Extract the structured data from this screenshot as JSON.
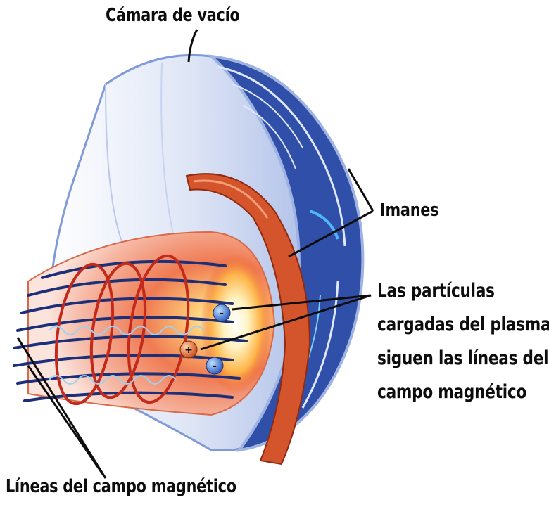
{
  "labels": {
    "vacuum_chamber": "Cámara de vacío",
    "magnets": "Imanes",
    "plasma_particles": [
      "Las partículas",
      "cargadas del plasma",
      "siguen las  líneas del",
      "campo magnético"
    ],
    "field_lines": "Líneas del campo magnético"
  },
  "particle_charges": [
    "-",
    "+",
    "-"
  ],
  "colors": {
    "chamber_outline": "#7f9ad6",
    "chamber_blue": "#2f4fa8",
    "field_line": "#1c2f78",
    "coil": "#c22a1c",
    "magnet_ring": "#d4552b",
    "plasma_glow": "#fff3c2",
    "particle_negative": "#3a6fd1",
    "particle_positive": "#e0662a",
    "text": "#0d0d0d"
  }
}
